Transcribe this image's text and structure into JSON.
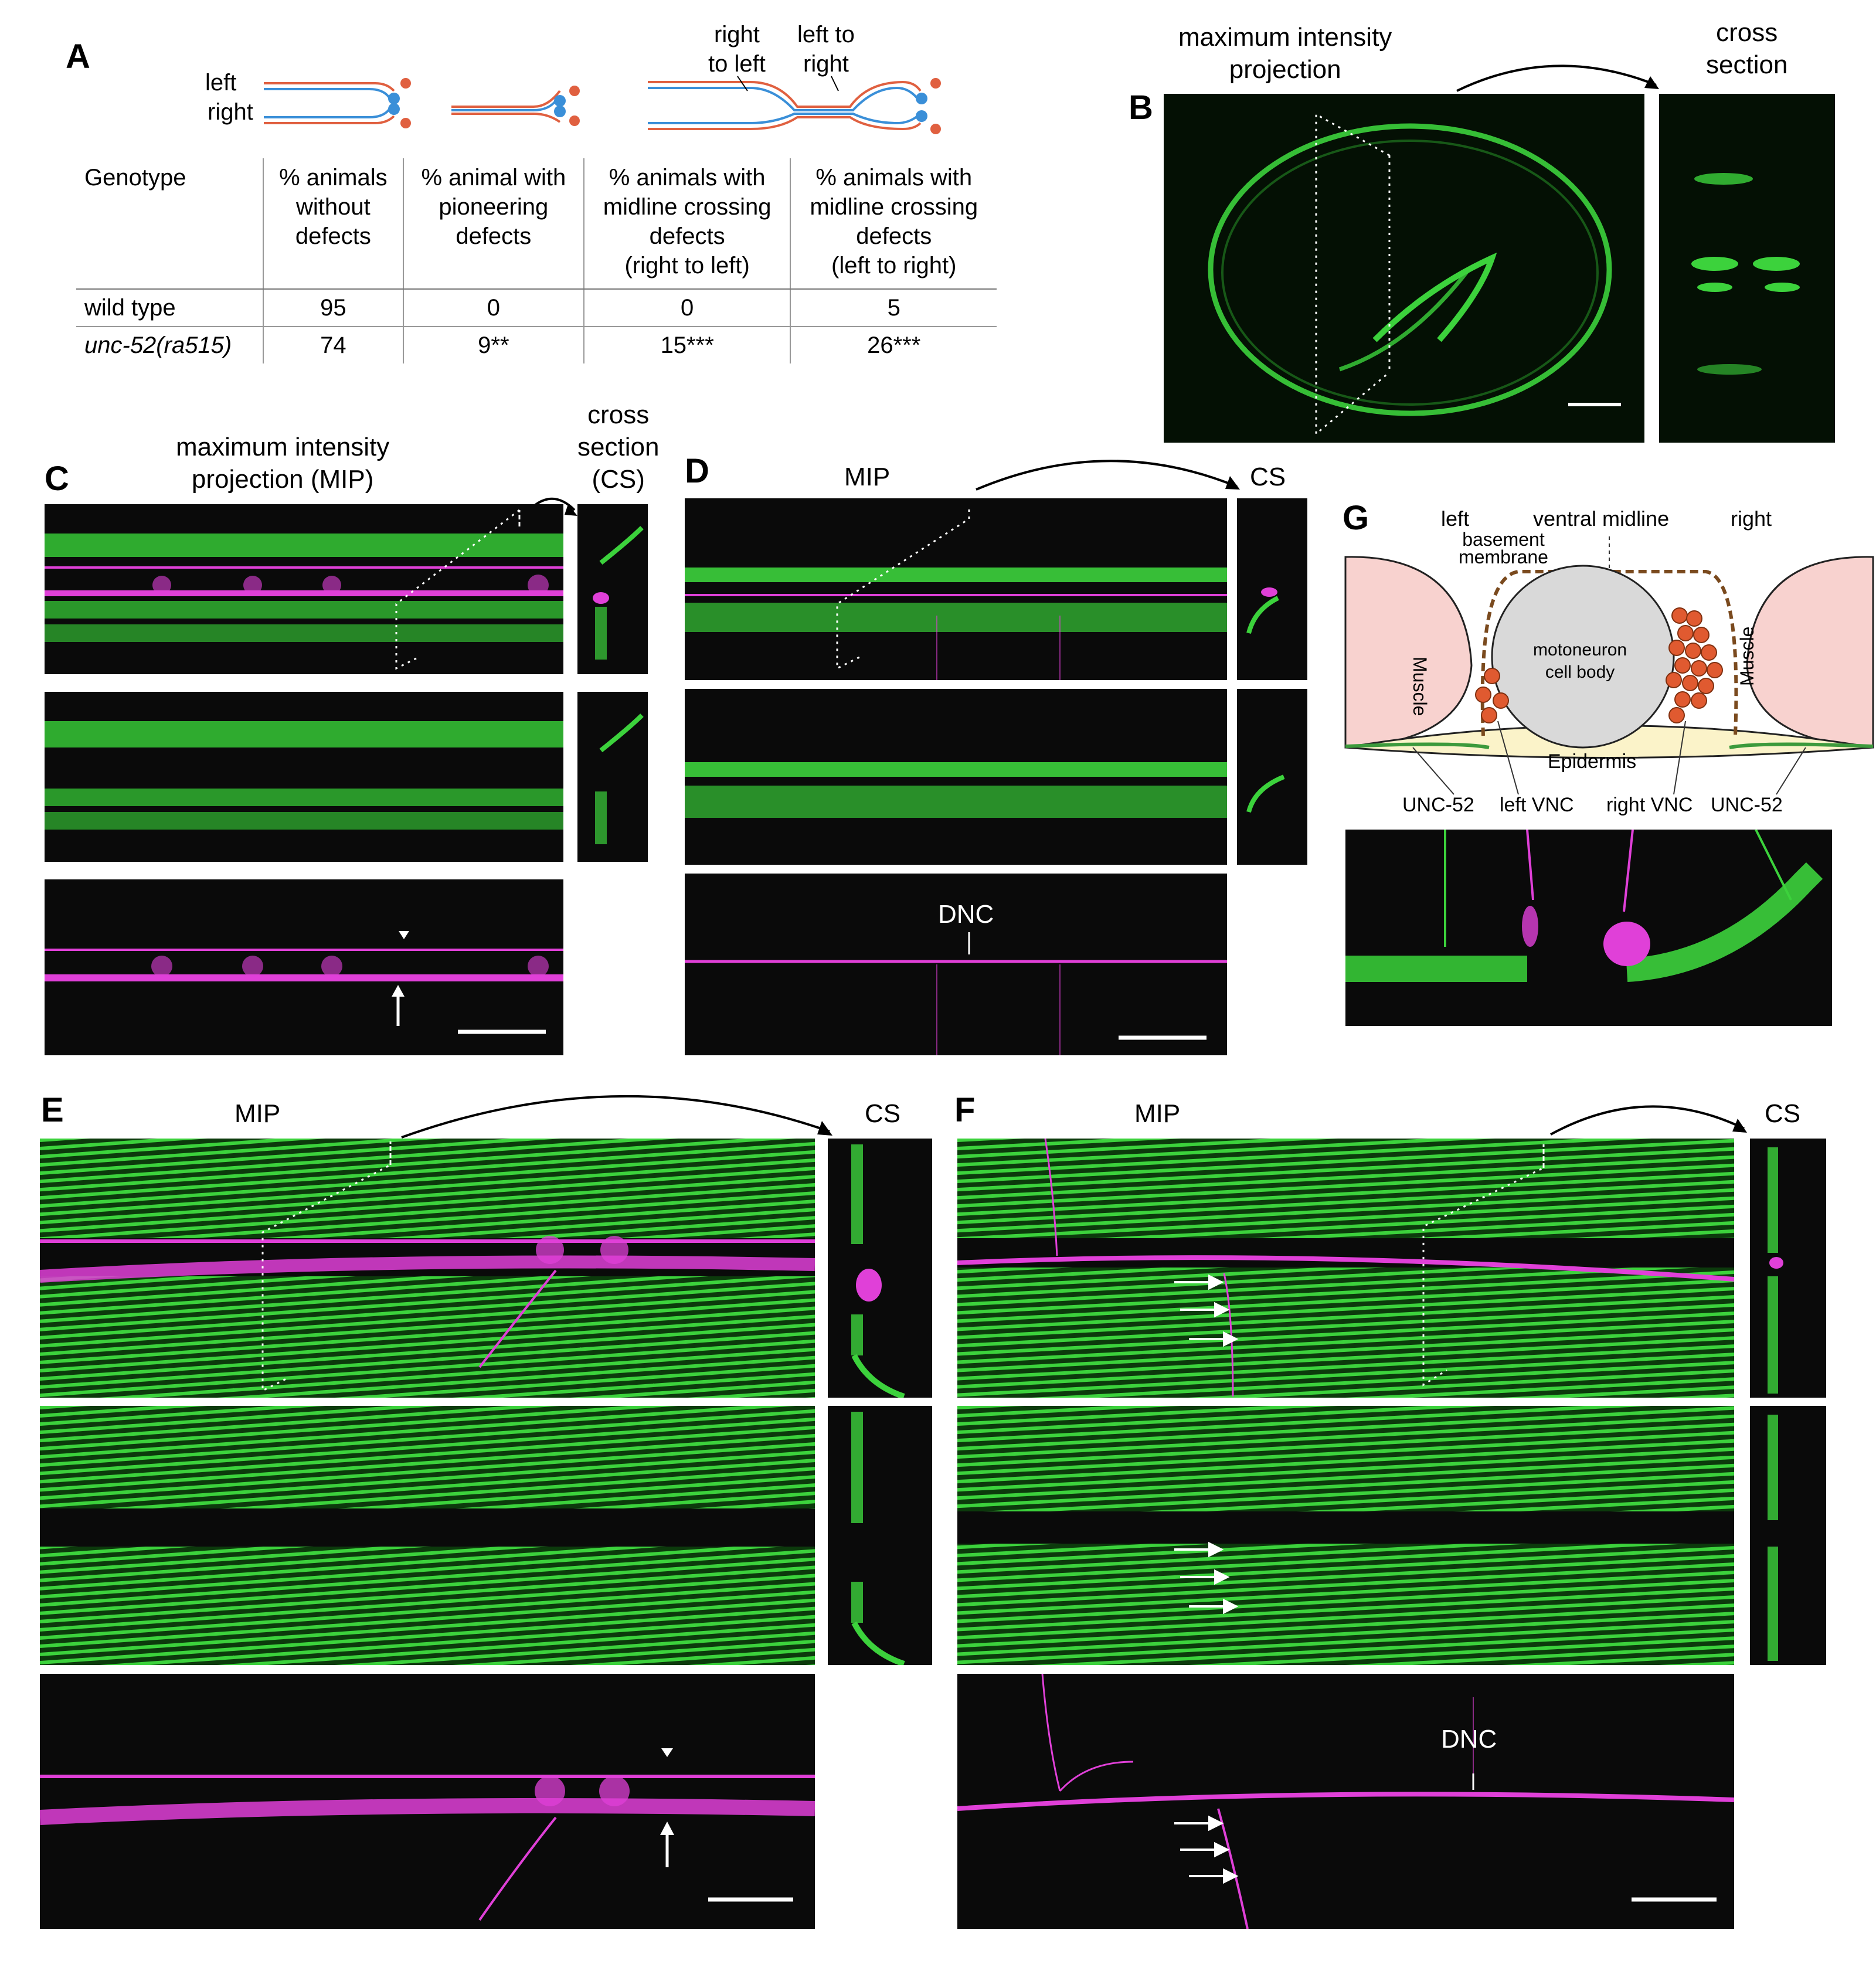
{
  "panels": {
    "A": {
      "letter": "A",
      "schematic_labels": {
        "left": "left",
        "right": "right",
        "right_to_left": "right\nto left",
        "left_to_right": "left to\nright"
      },
      "table": {
        "headers": [
          "Genotype",
          "% animals\nwithout\ndefects",
          "% animal with\npioneering\ndefects",
          "% animals with\nmidline crossing\ndefects\n(right to left)",
          "% animals with\nmidline crossing\ndefects\n(left to right)"
        ],
        "rows": [
          [
            "wild type",
            "95",
            "0",
            "0",
            "5"
          ],
          [
            "unc-52(ra515)",
            "74",
            "9**",
            "15***",
            "26***"
          ]
        ]
      }
    },
    "B": {
      "letter": "B",
      "title_mip": "maximum intensity\nprojection",
      "title_cs": "cross\nsection"
    },
    "C": {
      "letter": "C",
      "title_mip": "maximum intensity\nprojection (MIP)",
      "title_cs": "cross\nsection\n(CS)"
    },
    "D": {
      "letter": "D",
      "title_mip": "MIP",
      "title_cs": "CS",
      "dnc": "DNC"
    },
    "E": {
      "letter": "E",
      "title_mip": "MIP",
      "title_cs": "CS"
    },
    "F": {
      "letter": "F",
      "title_mip": "MIP",
      "title_cs": "CS",
      "dnc": "DNC"
    },
    "G": {
      "letter": "G",
      "labels": {
        "left": "left",
        "ventral_midline": "ventral midline",
        "right": "right",
        "basement_membrane": "basement\nmembrane",
        "muscle_left": "Muscle",
        "muscle_right": "Muscle",
        "motoneuron": "motoneuron\ncell body",
        "epidermis": "Epidermis",
        "unc52_left": "UNC-52",
        "left_vnc": "left VNC",
        "right_vnc": "right VNC",
        "unc52_right": "UNC-52"
      }
    }
  },
  "colors": {
    "green": "#3cd23c",
    "magenta": "#e040d8",
    "orange_dot": "#e05a30",
    "blue_dot": "#3a8fd8",
    "muscle": "#f8d2cf",
    "epidermis": "#fbf3c9",
    "cell_body": "#d9d9d9",
    "basement_membrane": "#7a4a1e"
  }
}
